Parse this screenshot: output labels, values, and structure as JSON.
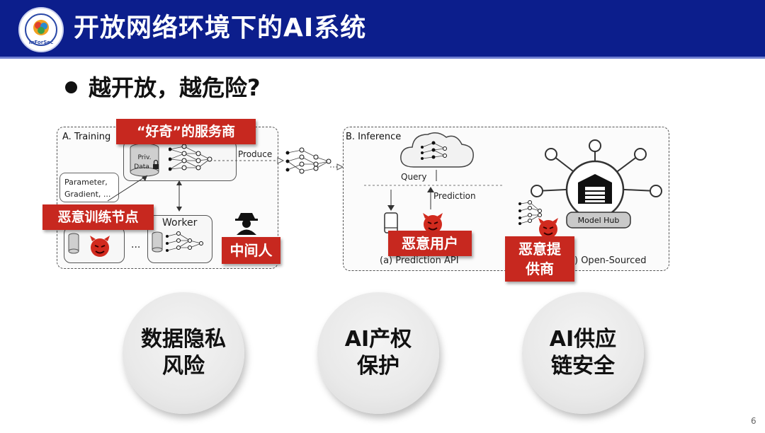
{
  "header": {
    "title": "开放网络环境下的AI系统",
    "logo_text": "InForSec"
  },
  "bullet": {
    "text": "越开放，越危险?"
  },
  "diagram": {
    "panel_a": {
      "label": "A. Training",
      "priv_data": "Priv.\nData",
      "produce": "Produce",
      "param_box": [
        "Parameter,",
        "Gradient, ..."
      ],
      "worker": "Worker",
      "ellipsis": "..."
    },
    "panel_b": {
      "label": "B. Inference",
      "query": "Query",
      "prediction": "Prediction",
      "caption_a": "(a) Prediction API",
      "model_hub": "Model Hub",
      "caption_b": ") Open-Sourced"
    },
    "tags": {
      "curious_provider": "“好奇”的服务商",
      "malicious_node": "恶意训练节点",
      "mitm": "中间人",
      "malicious_user": "恶意用户",
      "malicious_supplier": "恶意提\n供商"
    }
  },
  "circles": [
    {
      "text": "数据隐私\n风险"
    },
    {
      "text": "AI产权\n保护"
    },
    {
      "text": "AI供应\n链安全"
    }
  ],
  "page_number": "6",
  "colors": {
    "banner": "#0c1e8c",
    "tag_red": "#c7281f",
    "circle_gray": "#e9e9e9"
  }
}
